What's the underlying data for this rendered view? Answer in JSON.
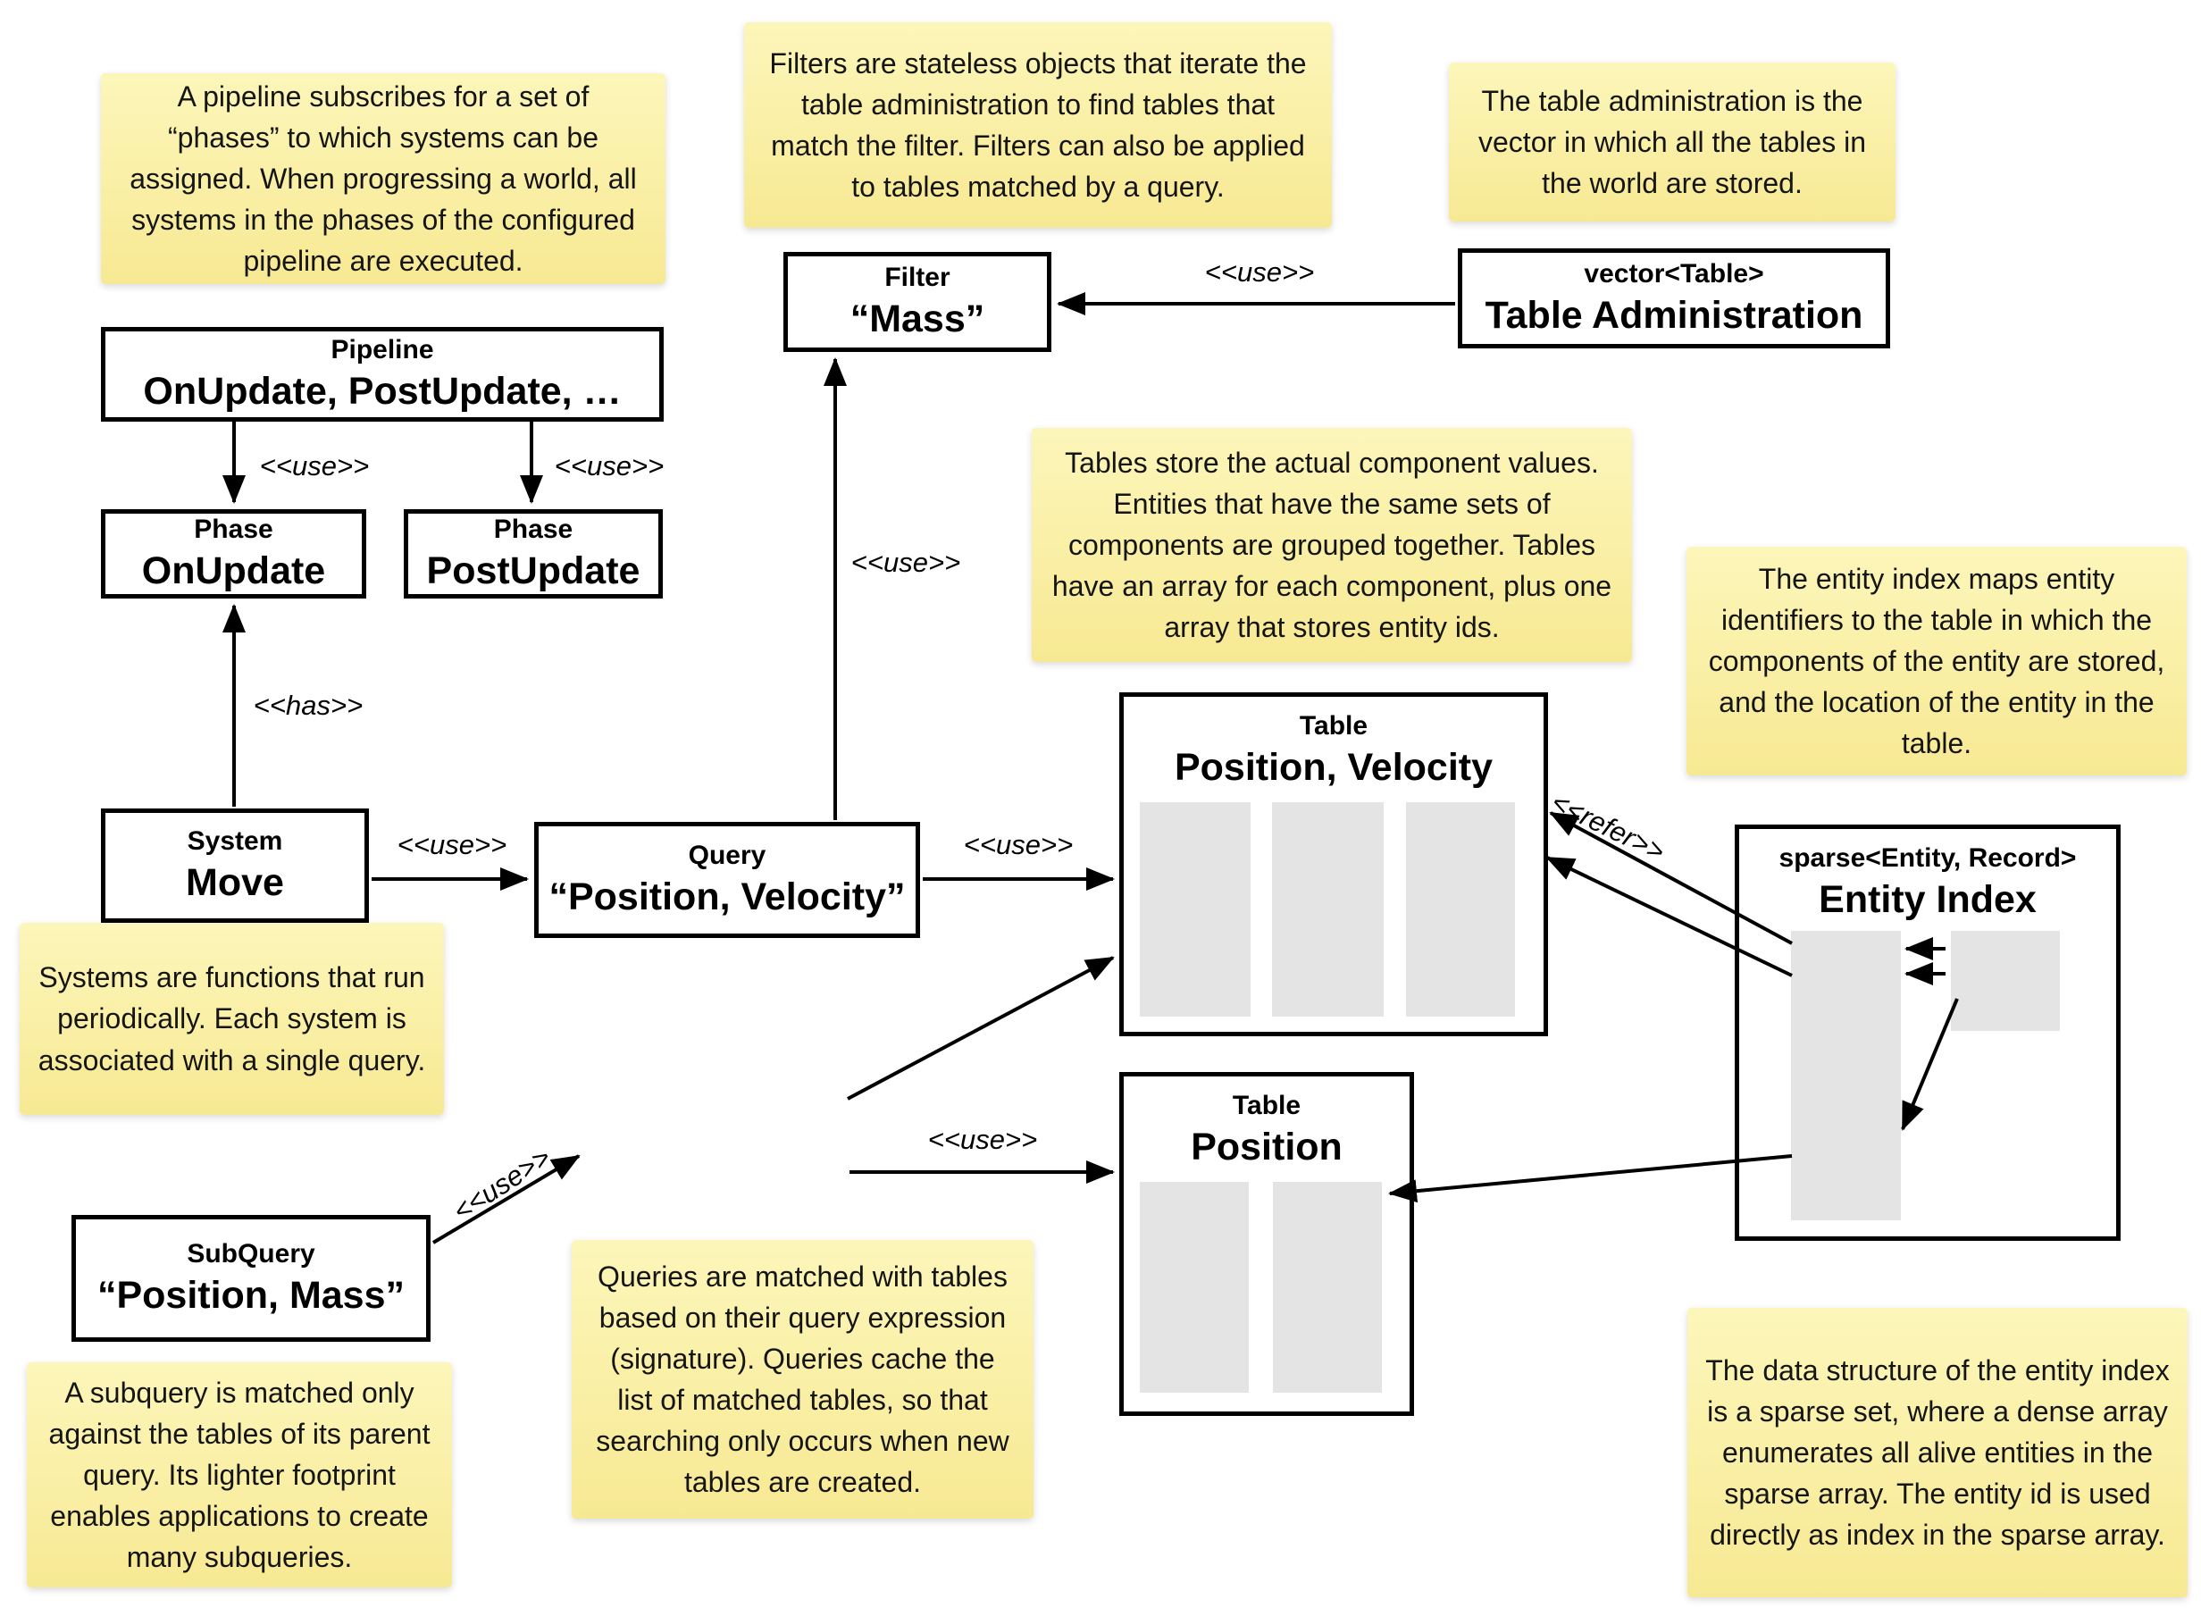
{
  "diagram": {
    "notes": {
      "pipeline": "A pipeline subscribes for a set of “phases” to which systems can be assigned. When progressing a world, all systems in the phases of the configured pipeline are executed.",
      "filters": "Filters are stateless objects that iterate the table administration to find tables that match the filter. Filters can also be applied to tables matched by a query.",
      "table_admin": "The table administration is the vector in which all the tables in the world are stored.",
      "tables": "Tables store the actual component values. Entities that have the same sets of components are grouped together. Tables have an array for each component, plus one array that stores entity ids.",
      "entity_index": "The entity index maps entity identifiers to the table in which the components of the entity are stored, and the location of the entity in the table.",
      "systems": "Systems are functions that run periodically. Each system is associated with a single query.",
      "queries": "Queries are matched with tables based on their query expression (signature). Queries cache the list of matched tables, so that searching only occurs when new tables are created.",
      "subquery": "A subquery is matched only against the tables of its parent query. Its lighter footprint enables applications to create many subqueries.",
      "sparse_set": "The data structure of the entity index is a sparse set, where a dense array enumerates all alive entities in the sparse array. The entity id is used directly as index in the sparse array."
    },
    "nodes": {
      "pipeline": {
        "stereotype": "Pipeline",
        "name": "OnUpdate, PostUpdate, …"
      },
      "phase_onupdate": {
        "stereotype": "Phase",
        "name": "OnUpdate"
      },
      "phase_postupdate": {
        "stereotype": "Phase",
        "name": "PostUpdate"
      },
      "system_move": {
        "stereotype": "System",
        "name": "Move"
      },
      "query_pv": {
        "stereotype": "Query",
        "name": "“Position, Velocity”"
      },
      "filter_mass": {
        "stereotype": "Filter",
        "name": "“Mass”"
      },
      "table_admin": {
        "stereotype": "vector<Table>",
        "name": "Table Administration"
      },
      "table_pv": {
        "stereotype": "Table",
        "name": "Position, Velocity"
      },
      "table_pos": {
        "stereotype": "Table",
        "name": "Position"
      },
      "entity_index": {
        "stereotype": "sparse<Entity, Record>",
        "name": "Entity Index"
      },
      "subquery": {
        "stereotype": "SubQuery",
        "name": "“Position, Mass”"
      }
    },
    "edge_labels": {
      "use": "<<use>>",
      "has": "<<has>>",
      "refer": "<<refer>>"
    },
    "colors": {
      "note_fill": "#faf0a0",
      "box_border": "#000000",
      "array_fill": "#e4e4e4"
    }
  }
}
